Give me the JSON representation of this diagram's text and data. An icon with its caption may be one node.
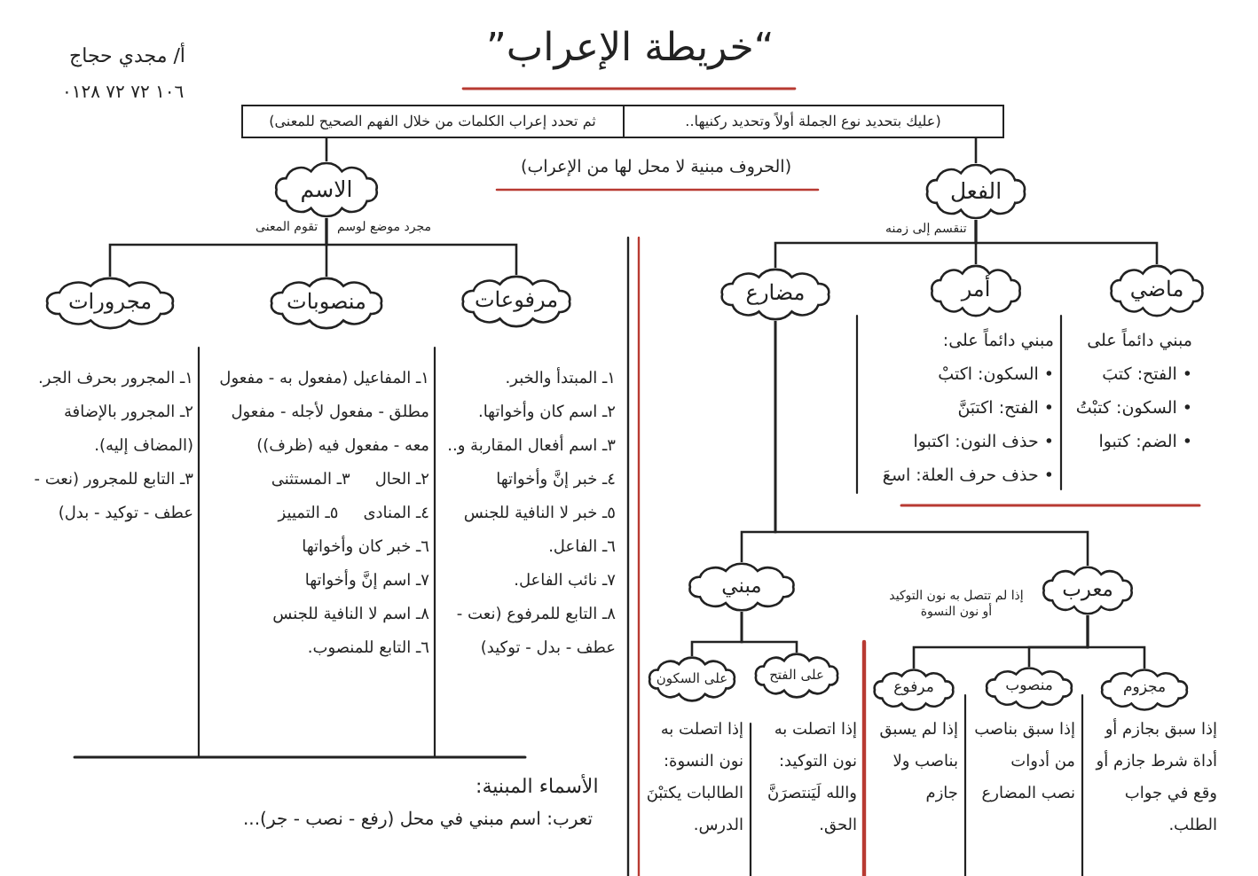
{
  "diagram": {
    "title": "“خريطة الإعراب”",
    "nodes": [
      {
        "text": [
          "(عليك بتحديد نوع الجملة أولاً وتحديد ركنيها..",
          "ثم تحدد إعراب الكلمات من خلال الفهم الصحيح للمعنى)"
        ]
      },
      {
        "text": [
          "الفعل"
        ],
        "beside": [
          "تنقسم إلى زمنه"
        ]
      },
      {
        "text": [
          "الاسم"
        ],
        "beside": [
          "مجرد موضع لوسم",
          "تقوم المعنى"
        ]
      },
      {
        "text": [
          "ماضي"
        ],
        "beside": [
          "مبني دائماً على",
          "• الفتح: كتبَ",
          "• السكون: كتبْتُ",
          "• الضم: كتبوا"
        ]
      },
      {
        "text": [
          "أمر"
        ],
        "beside": [
          "مبني دائماً على:",
          "• السكون: اكتبْ",
          "• الفتح: اكتبَنَّ",
          "• حذف النون: اكتبوا",
          "• حذف حرف العلة: اسعَ"
        ]
      },
      {
        "text": [
          "مضارع"
        ]
      },
      {
        "text": [
          "مرفوعات"
        ],
        "beside": [
          "١ـ المبتدأ والخبر.",
          "٢ـ اسم كان وأخواتها.",
          "٣ـ اسم أفعال المقاربة و..",
          "٤ـ خبر إنَّ وأخواتها",
          "٥ـ خبر لا النافية للجنس",
          "٦ـ الفاعل.",
          "٧ـ نائب الفاعل.",
          "٨ـ التابع للمرفوع (نعت - عطف - بدل - توكيد)"
        ]
      },
      {
        "text": [
          "منصوبات"
        ],
        "beside": [
          "١ـ المفاعيل (مفعول به - مفعول مطلق - مفعول لأجله - مفعول معه - مفعول فيه (ظرف))",
          "٢ـ الحال",
          "٣ـ المستثنى",
          "٤ـ المنادى",
          "٥ـ التمييز",
          "٦ـ خبر كان وأخواتها",
          "٧ـ اسم إنَّ وأخواتها",
          "٨ـ اسم لا النافية للجنس",
          "٦ـ التابع للمنصوب."
        ]
      },
      {
        "text": [
          "مجرورات"
        ],
        "beside": [
          "١ـ المجرور بحرف الجر.",
          "٢ـ المجرور بالإضافة (المضاف إليه).",
          "٣ـ التابع للمجرور (نعت - عطف - توكيد - بدل)"
        ]
      },
      {
        "text": [
          "معرب"
        ],
        "beside": [
          "إذا لم تتصل به نون التوكيد أو نون النسوة"
        ]
      },
      {
        "text": [
          "مبني"
        ]
      },
      {
        "text": [
          "مجزوم"
        ],
        "beside": [
          "إذا سبق بجازم أو أداة شرط جازم أو وقع في جواب الطلب."
        ]
      },
      {
        "text": [
          "منصوب"
        ],
        "beside": [
          "إذا سبق بناصب من أدوات نصب المضارع"
        ]
      },
      {
        "text": [
          "مرفوع"
        ],
        "beside": [
          "إذا لم يسبق بناصب ولا جازم"
        ]
      },
      {
        "text": [
          "على الفتح"
        ],
        "beside": [
          "إذا اتصلت به نون التوكيد: والله لَيَنتصرَنَّ الحق."
        ]
      },
      {
        "text": [
          "على السكون"
        ],
        "beside": [
          "إذا اتصلت به نون النسوة: الطالبات يكتبْنَ الدرس."
        ]
      }
    ],
    "edges": [
      {
        "from": 0,
        "to": 1,
        "arrow": "none"
      },
      {
        "from": 0,
        "to": 2,
        "arrow": "none"
      },
      {
        "from": 1,
        "to": 3,
        "arrow": "none"
      },
      {
        "from": 1,
        "to": 4,
        "arrow": "none"
      },
      {
        "from": 1,
        "to": 5,
        "arrow": "none"
      },
      {
        "from": 2,
        "to": 6,
        "arrow": "none"
      },
      {
        "from": 2,
        "to": 7,
        "arrow": "none"
      },
      {
        "from": 2,
        "to": 8,
        "arrow": "none"
      },
      {
        "from": 5,
        "to": 9,
        "arrow": "none"
      },
      {
        "from": 5,
        "to": 10,
        "arrow": "none"
      },
      {
        "from": 9,
        "to": 11,
        "arrow": "none"
      },
      {
        "from": 9,
        "to": 12,
        "arrow": "none"
      },
      {
        "from": 9,
        "to": 13,
        "arrow": "none"
      },
      {
        "from": 10,
        "to": 14,
        "arrow": "none"
      },
      {
        "from": 10,
        "to": 15,
        "arrow": "none"
      }
    ],
    "labels": [
      "أ/ مجدي حجاج",
      "٠١٢٨ ٧٢ ٧٢ ١٠٦",
      "(الحروف مبنية لا محل لها من الإعراب)",
      "الأسماء المبنية:",
      "تعرب: اسم مبني في محل (رفع - نصب - جر)..."
    ]
  }
}
